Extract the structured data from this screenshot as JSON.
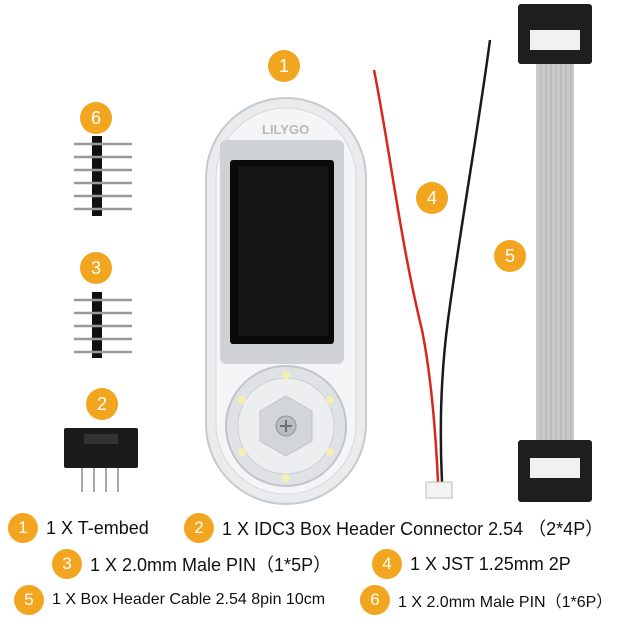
{
  "parts": [
    {
      "number": "1",
      "label": "1 X T-embed"
    },
    {
      "number": "2",
      "label": "1 X IDC3 Box Header Connector 2.54 （2*4P）"
    },
    {
      "number": "3",
      "label": "1 X 2.0mm Male PIN（1*5P）"
    },
    {
      "number": "4",
      "label": "1 X JST 1.25mm 2P"
    },
    {
      "number": "5",
      "label": "1 X Box Header Cable 2.54 8pin 10cm"
    },
    {
      "number": "6",
      "label": "1 X 2.0mm Male PIN（1*6P）"
    }
  ],
  "device": {
    "logo": "LILYGO"
  },
  "colors": {
    "badge": "#f2a51e",
    "device_shell": "#e8eaec",
    "screen": "#0a0a0a",
    "ribbon": "#c9c9c9",
    "connector": "#1a1a1a",
    "wire_red": "#d6281f",
    "wire_black": "#1a1a1a"
  }
}
